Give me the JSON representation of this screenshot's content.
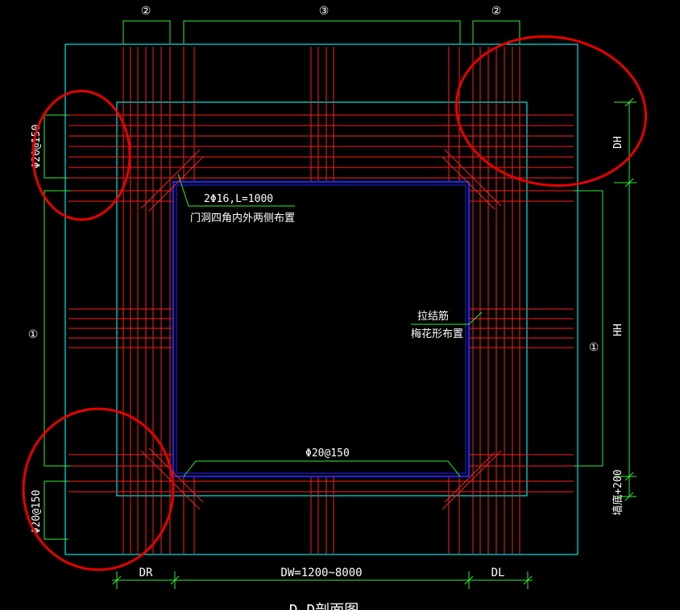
{
  "zone_labels": {
    "top_left": "②",
    "top_middle": "③",
    "top_right": "②",
    "left_middle": "①",
    "right_middle": "①"
  },
  "annotations": {
    "corner_bars": "2Φ16,L=1000",
    "corner_bars_note": "门洞四角内外两侧布置",
    "tie_bars": "拉结筋",
    "tie_bars_note": "梅花形布置",
    "bottom_bars": "Φ20@150",
    "left_top_bars": "Φ20@150",
    "left_bottom_bars": "Φ20@150"
  },
  "dimensions": {
    "dh": "DH",
    "hh": "HH",
    "sill": "墙底+200",
    "dr": "DR",
    "dw": "DW=1200~8000",
    "dl": "DL"
  },
  "title": "D—D剖面图",
  "colors": {
    "background": "#000000",
    "rebar": "#ff2020",
    "outline": "#00e5e5",
    "dimension": "#33ee33",
    "opening": "#2222ff",
    "highlight": "#e80000",
    "text": "#ffffff"
  }
}
